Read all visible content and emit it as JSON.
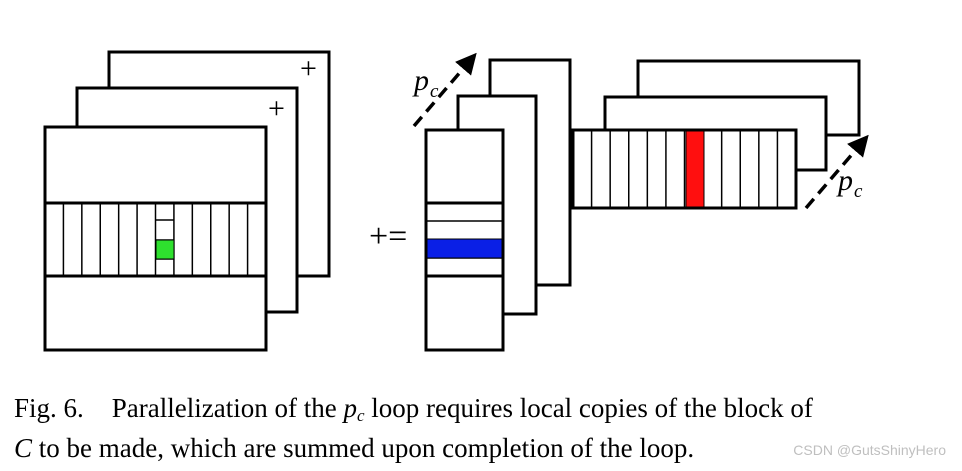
{
  "figure": {
    "plus_label": "+",
    "plus_equals": "+=",
    "pc_main": "p",
    "pc_sub": "c",
    "colors": {
      "green": "#2ee02e",
      "blue": "#0a1fe6",
      "red": "#ff0f0f"
    }
  },
  "caption": {
    "label": "Fig. 6.",
    "line1_a": "Parallelization of the ",
    "var_p": "p",
    "var_sub": "c",
    "line1_b": " loop requires local copies of the block of",
    "var_C": "C",
    "line2": " to be made, which are summed upon completion of the loop."
  },
  "watermark": "CSDN @GutsShinyHero"
}
